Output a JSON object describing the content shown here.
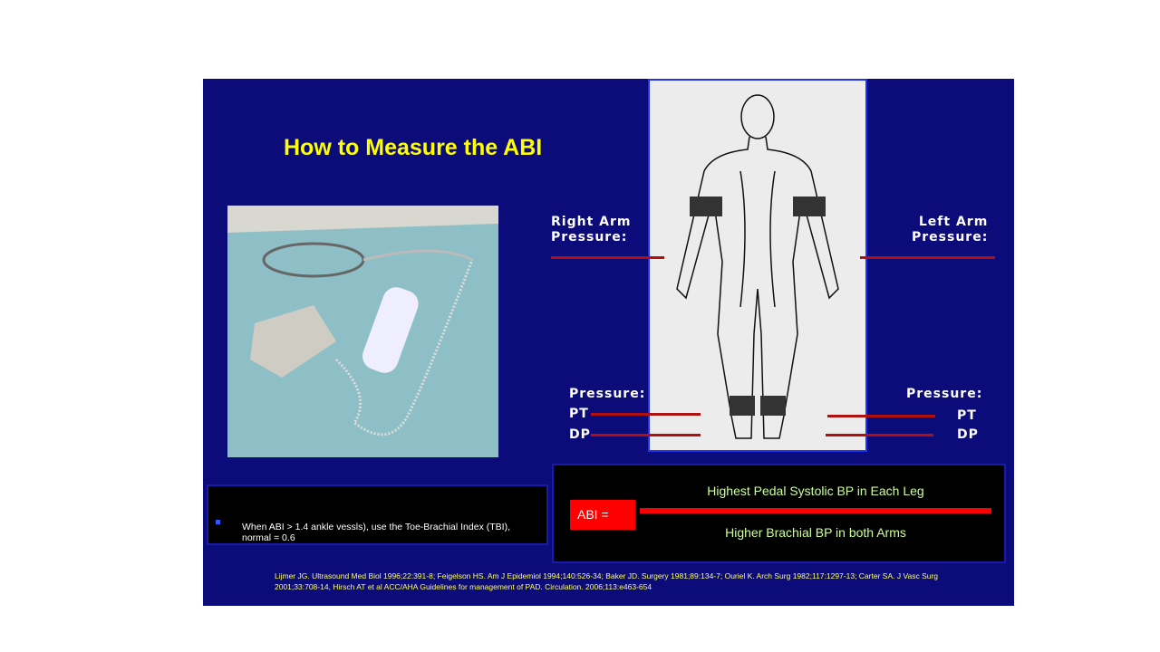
{
  "title": "How to Measure the ABI",
  "labels": {
    "right_arm": "Right Arm",
    "right_arm_pressure": "Pressure:",
    "left_arm": "Left Arm",
    "left_arm_pressure": "Pressure:",
    "right_leg_pressure": "Pressure:",
    "left_leg_pressure": "Pressure:",
    "pt": "PT",
    "dp": "DP"
  },
  "note": {
    "text": "When ABI > 1.4 ankle vessls), use the Toe-Brachial Index (TBI), normal = 0.6"
  },
  "formula": {
    "lhs": "ABI =",
    "numerator": "Highest Pedal Systolic BP in Each Leg",
    "denominator": "Higher Brachial BP in both Arms"
  },
  "references": "Lijmer JG. Ultrasound Med Biol 1996;22:391-8; Feigelson HS. Am J Epidemiol 1994;140:526-34; Baker JD. Surgery 1981;89:134-7; Ouriel K. Arch Surg 1982;117:1297-13; Carter SA. J Vasc Surg 2001;33:708-14, Hirsch AT et al ACC/AHA Guidelines for management of PAD. Circulation. 2006;113:e463-654"
}
